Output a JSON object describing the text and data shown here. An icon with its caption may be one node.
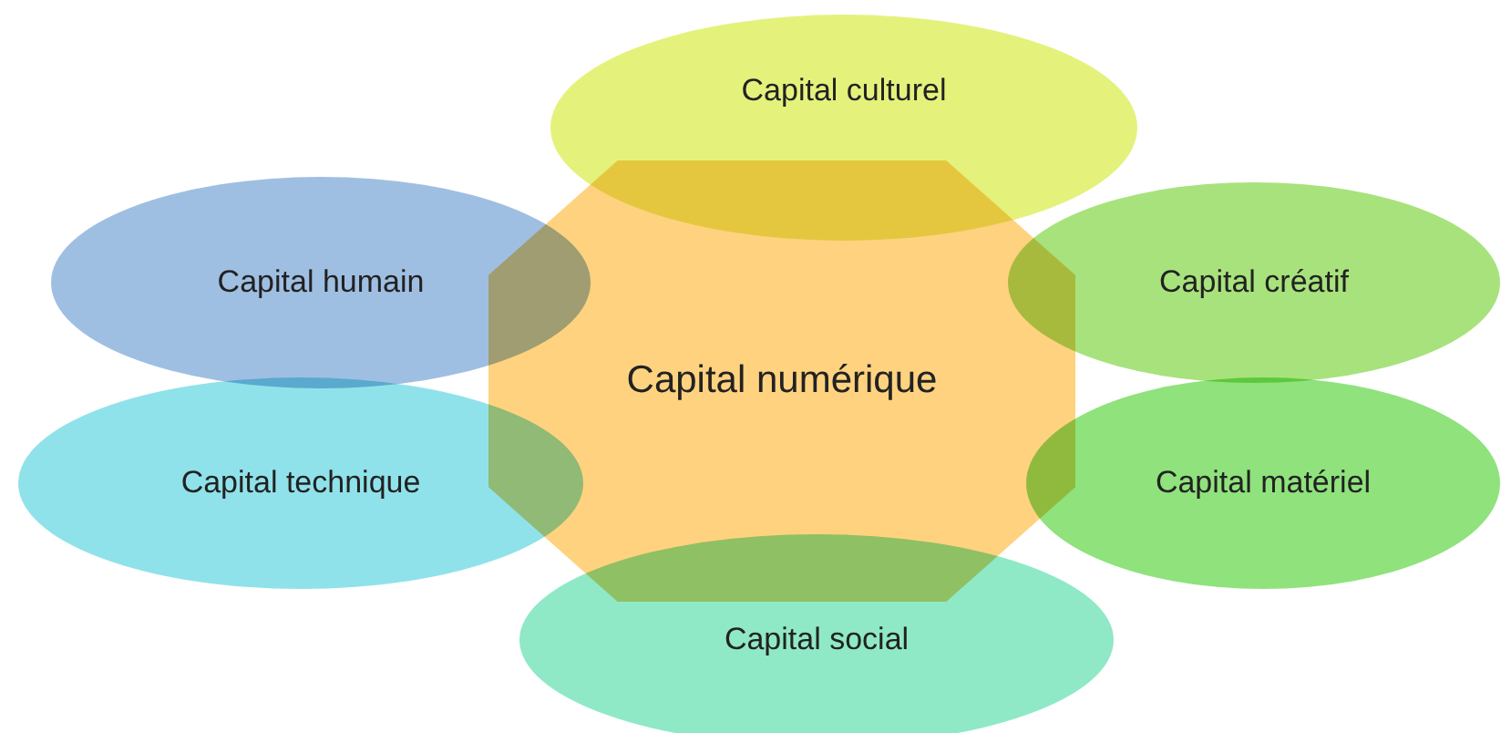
{
  "diagram": {
    "nodes": [
      {
        "text": [
          "Capital culturel"
        ]
      },
      {
        "text": [
          "Capital humain"
        ]
      },
      {
        "text": [
          "Capital créatif"
        ]
      },
      {
        "text": [
          "Capital numérique"
        ]
      },
      {
        "text": [
          "Capital technique"
        ]
      },
      {
        "text": [
          "Capital matériel"
        ]
      },
      {
        "text": [
          "Capital social"
        ]
      }
    ]
  }
}
